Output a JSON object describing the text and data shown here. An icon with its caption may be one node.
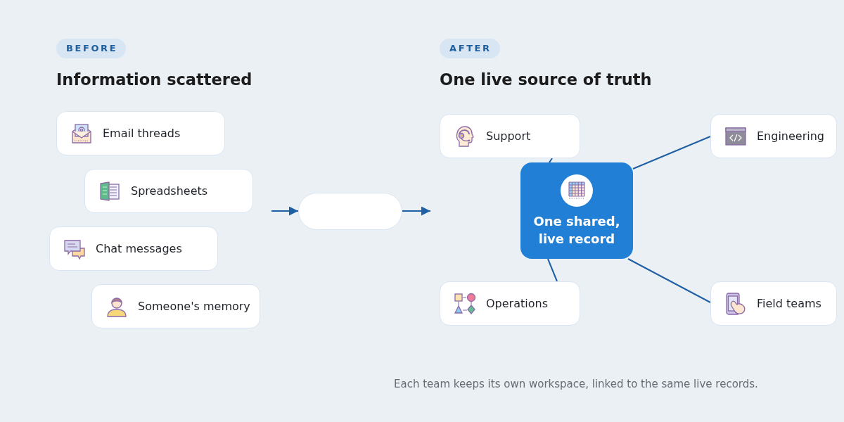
{
  "diagram": {
    "nodes": [
      {
        "text": [
          "Email threads"
        ]
      },
      {
        "text": [
          "Spreadsheets"
        ]
      },
      {
        "text": [
          "Chat messages"
        ]
      },
      {
        "text": [
          "Someone's memory"
        ]
      },
      {
        "text": [],
        "shape": "box"
      },
      {
        "text": [
          "One shared, live record"
        ]
      },
      {
        "text": [
          "Support"
        ]
      },
      {
        "text": [
          "Engineering"
        ]
      },
      {
        "text": [
          "Operations"
        ]
      },
      {
        "text": [
          "Field teams"
        ]
      }
    ],
    "edges": [
      {
        "from": null,
        "to": 4,
        "arrow": "to"
      },
      {
        "from": 4,
        "to": null,
        "arrow": "to"
      },
      {
        "from": 5,
        "to": 6,
        "arrow": "none"
      },
      {
        "from": 5,
        "to": 7,
        "arrow": "none"
      },
      {
        "from": 5,
        "to": 8,
        "arrow": "none"
      },
      {
        "from": 5,
        "to": 9,
        "arrow": "none"
      }
    ],
    "labels": [
      "BEFORE",
      "Information scattered",
      "AFTER",
      "One live source of truth"
    ],
    "caption": "Each team keeps its own workspace, linked to the same live records."
  }
}
